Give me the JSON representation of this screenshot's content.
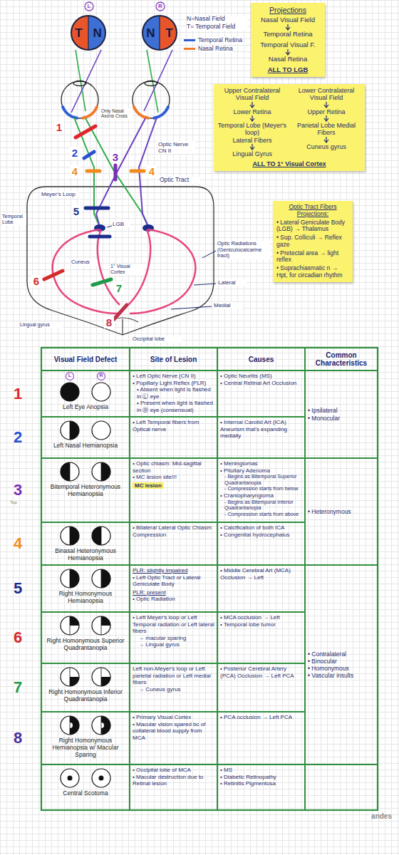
{
  "diagram": {
    "nodes": [
      {
        "text": [
          "L"
        ]
      },
      {
        "text": [
          "R"
        ]
      },
      {
        "text": [
          "T",
          "N"
        ]
      },
      {
        "text": [
          "N",
          "T"
        ]
      },
      {
        "text": [
          "Projections",
          "Nasal Visual Field",
          "Temporal Retina",
          "Temporal Visual F.",
          "Nasal Retina",
          "ALL TO LGB"
        ]
      },
      {
        "text": [
          "Upper Contralateral Visual Field",
          "Lower Retina",
          "Temporal Lobe (Meyer's loop)",
          "Lateral Fibers",
          "Lingual Gyrus",
          "Lower Contralateral Visual Field",
          "Upper Retina",
          "Parietal Lobe Medial Fibers",
          "Cuneus gyrus",
          "ALL TO 1° Visual Cortex"
        ]
      },
      {
        "text": [
          "Optic Tract Fibers Projections:",
          "• Lateral Geniculate Body (LGB) → Thalamus",
          "• Sup. Colliculi → Reflex gaze",
          "• Pretectal area → light reflex",
          "• Suprachiasmatic n → Hpt, for circadian rhythm"
        ]
      }
    ],
    "edges": [],
    "labels": [
      "N=Nasal Field",
      "T= Temporal Field",
      "Only Nasal Axons Cross",
      "Optic Nerve CN II",
      "Optic Tract",
      "Temporal Lobe",
      "Meyer's Loop",
      "LGB",
      "Optic Radiations (Geniculocalcarine tract)",
      "Lateral",
      "Medial",
      "Cuneus",
      "1° Visual Cortex",
      "Lingual gyrus",
      "Occipital lobe",
      "1",
      "2",
      "3",
      "4",
      "4",
      "5",
      "6",
      "7",
      "8",
      "Visual Field Defect",
      "Site of Lesion",
      "Causes",
      "Common Characteristics",
      "1",
      "2",
      "3",
      "4",
      "5",
      "6",
      "7",
      "8",
      "L",
      "R",
      "Left Eye Anopsia",
      "• Left Optic Nerve (CN II)",
      "• Pupillary Light Reflex (PLR)",
      "• Absent when light is flashed in Ⓛ eye",
      "• Present when light is flashed in Ⓡ eye (consensual)",
      "• Optic Neuritis (MS)",
      "• Central Retinal Art Occlusion",
      "• Ipsilateral",
      "• Monocular",
      "Left Nasal Hemianopsia",
      "• Left Temporal fibers from Optical nerve",
      "• Internal Carotid Art (ICA) Aneurism that's expanding medially",
      "Bitemporal Heteronymous Hemianopsia",
      "• Optic chiasm: Mid-sagittal section",
      "• MC lesion site!!!",
      "MC lesion",
      "• Meningiomas",
      "• Pituitary Adenoma",
      "- Begins as Bitemporal Superior Quadrantanopia",
      "- Compression starts from below",
      "• Craniopharyngioma",
      "- Begins as Bitemporal Inferior Quadrantanopia",
      "- Compression starts from above",
      "• Heteronymous",
      "Top",
      "Binasal Heteronymous Hemianopsia",
      "• Bilateral Lateral Optic Chiasm Compression",
      "• Calcification of both ICA",
      "• Congenital hydrocephalus",
      "Right Homonymous Hemianopsia",
      "PLR: slightly impaired",
      "• Left Optic Tract or Lateral Geniculate Body",
      "PLR: present",
      "• Optic Radiation",
      "• Middle Cerebral Art (MCA) Occlusion → Left",
      "Right Homonymous Superior Quadrantanopia",
      "• Left Meyer's loop or Left Temporal radiation or Left lateral fibers",
      "→ macular sparing",
      "→ Lingual gyrus",
      "• MCA occlusion → Left",
      "• Temporal lobe tumor",
      "• Contralateral",
      "• Binocular",
      "• Homonymous",
      "• Vascular insults",
      "Right Homonymous Inferior Quadrantanopia",
      "Left non-Meyer's loop or Left parietal radiation or Left medial fibers",
      "→ Cuneus gyrus",
      "• Posterior Cerebral Artery (PCA) Occlusion → Left PCA",
      "Right Homonymous Hemianopsia w/ Macular Sparing",
      "• Primary Visual Cortex",
      "• Macular vision spared bc of collateral blood supply from MCA",
      "• PCA occlusion → Left PCA",
      "Central Scotoma",
      "• Occipital lobe of MCA",
      "• Macular destruction due to Retinal lesion",
      "• MS",
      "• Diabetic Retinopathy",
      "• Retinitis Pigmentosa",
      "andes"
    ],
    "legend": [
      {
        "text": "Temporal Retina",
        "color": "#2f5fd6"
      },
      {
        "text": "Nasal Retina",
        "color": "#f07a2a"
      }
    ]
  }
}
